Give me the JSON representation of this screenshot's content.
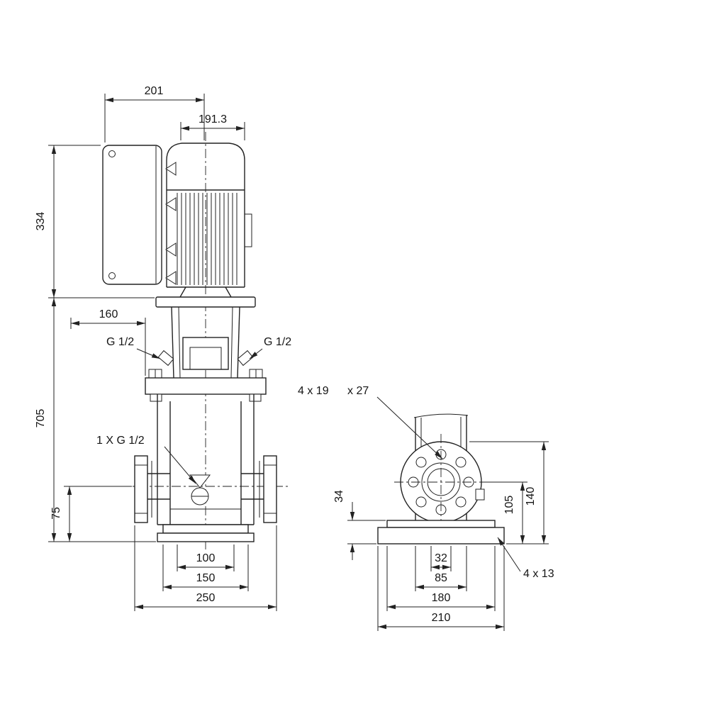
{
  "drawing": {
    "background": "#ffffff",
    "line_color": "#222222"
  },
  "side_view": {
    "dim_depth_total": "201",
    "dim_depth_motor": "191.3",
    "dim_motor_height": "334",
    "dim_head_width": "160",
    "dim_pump_height": "705",
    "dim_port_height": "75",
    "dim_base_holes": "100",
    "dim_base_plate": "150",
    "dim_overall_width": "250",
    "label_port_left": "G 1/2",
    "label_port_right": "G 1/2",
    "label_drain": "1 X G 1/2"
  },
  "end_view": {
    "label_flange_holes_count": "4 x 19",
    "label_flange_holes_depth": "x 27",
    "dim_base_height": "34",
    "dim_port_center_height": "105",
    "dim_flange_top_height": "140",
    "dim_center_slot": "32",
    "dim_foot_width": "85",
    "dim_base_hole_span": "180",
    "dim_base_length": "210",
    "label_base_holes": "4 x 13"
  }
}
